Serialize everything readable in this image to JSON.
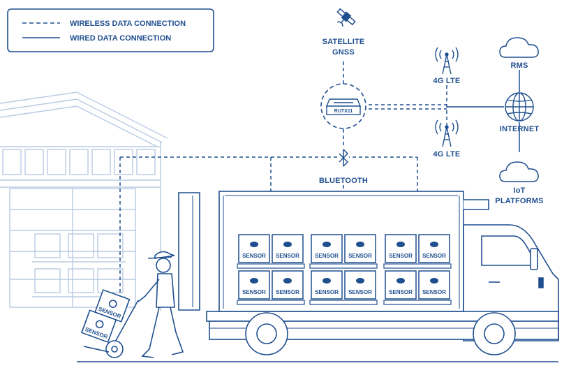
{
  "legend": {
    "wireless_label": "WIRELESS DATA CONNECTION",
    "wired_label": "WIRED DATA CONNECTION"
  },
  "nodes": {
    "satellite": {
      "label_line1": "SATELLITE",
      "label_line2": "GNSS",
      "icon": "satellite-icon"
    },
    "router": {
      "label": "RUTX11",
      "icon": "router-icon"
    },
    "tower_top": {
      "label": "4G LTE",
      "icon": "cell-tower-icon"
    },
    "tower_bottom": {
      "label": "4G LTE",
      "icon": "cell-tower-icon"
    },
    "rms": {
      "label": "RMS",
      "icon": "cloud-icon"
    },
    "internet": {
      "label": "INTERNET",
      "icon": "globe-icon"
    },
    "iot": {
      "label_line1": "IoT",
      "label_line2": "PLATFORMS",
      "icon": "cloud-icon"
    },
    "bluetooth": {
      "label": "BLUETOOTH",
      "icon": "bluetooth-icon"
    }
  },
  "sensor_label": "SENSOR",
  "colors": {
    "primary": "#1f4f8f",
    "light": "#b9cbe3",
    "fill": "#e8eef6"
  }
}
